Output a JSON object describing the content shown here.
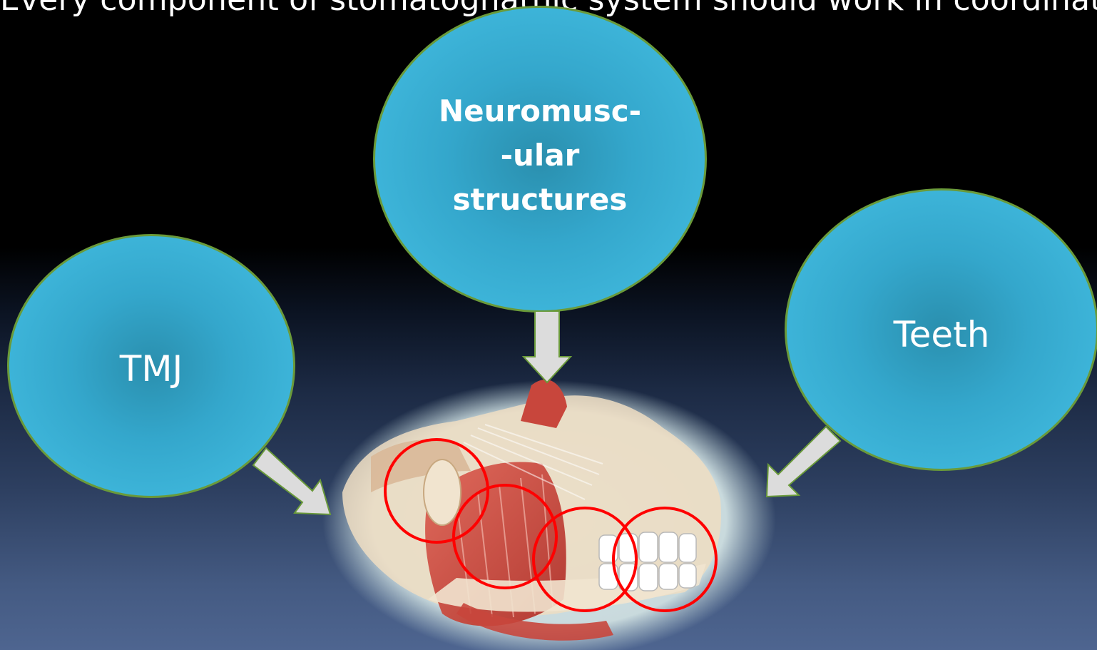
{
  "slide": {
    "title": "Every component of stomatognathic system should work in coordination."
  },
  "bubbles": {
    "tmj": {
      "label": "TMJ"
    },
    "neuromuscular": {
      "label": "Neuromusc-\n-ular\nstructures"
    },
    "teeth": {
      "label": "Teeth"
    }
  },
  "illustration": {
    "subject": "jaw-anatomy-illustration",
    "highlight_circles": 4
  },
  "colors": {
    "bubble_fill": "#45c0e4",
    "bubble_center": "#2a8fae",
    "bubble_border": "#6a9a3a",
    "arrow_fill": "#dcdcdc",
    "arrow_border": "#6a9a3a",
    "highlight_circle": "#ff0000",
    "muscle": "#c8463c",
    "bone": "#eeddc2"
  }
}
